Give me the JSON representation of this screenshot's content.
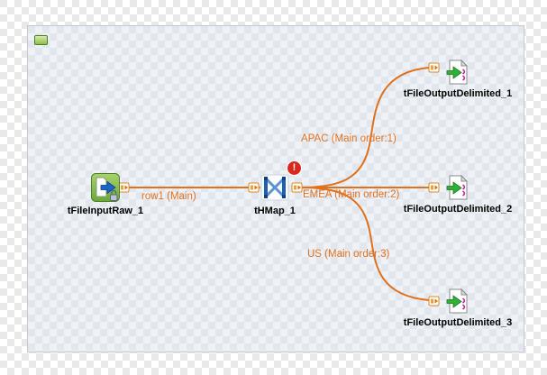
{
  "canvas": {
    "collapsed_indicator": true
  },
  "components": [
    {
      "type": "tFileInputRaw",
      "label": "tFileInputRaw_1"
    },
    {
      "type": "tHMap",
      "label": "tHMap_1",
      "status": "error"
    },
    {
      "type": "tFileOutputDelimited",
      "label": "tFileOutputDelimited_1"
    },
    {
      "type": "tFileOutputDelimited",
      "label": "tFileOutputDelimited_2"
    },
    {
      "type": "tFileOutputDelimited",
      "label": "tFileOutputDelimited_3"
    }
  ],
  "connections": [
    {
      "label": "row1 (Main)",
      "from": "tFileInputRaw_1",
      "to": "tHMap_1"
    },
    {
      "label": "APAC (Main order:1)",
      "from": "tHMap_1",
      "to": "tFileOutputDelimited_1"
    },
    {
      "label": "EMEA (Main order:2)",
      "from": "tHMap_1",
      "to": "tFileOutputDelimited_2"
    },
    {
      "label": "US (Main order:3)",
      "from": "tHMap_1",
      "to": "tFileOutputDelimited_3"
    }
  ],
  "error_badge": {
    "glyph": "!"
  },
  "colors": {
    "connection": "#e0701a",
    "connection_label": "#e2711d",
    "component_label": "#000000",
    "error_badge": "#da291c"
  }
}
